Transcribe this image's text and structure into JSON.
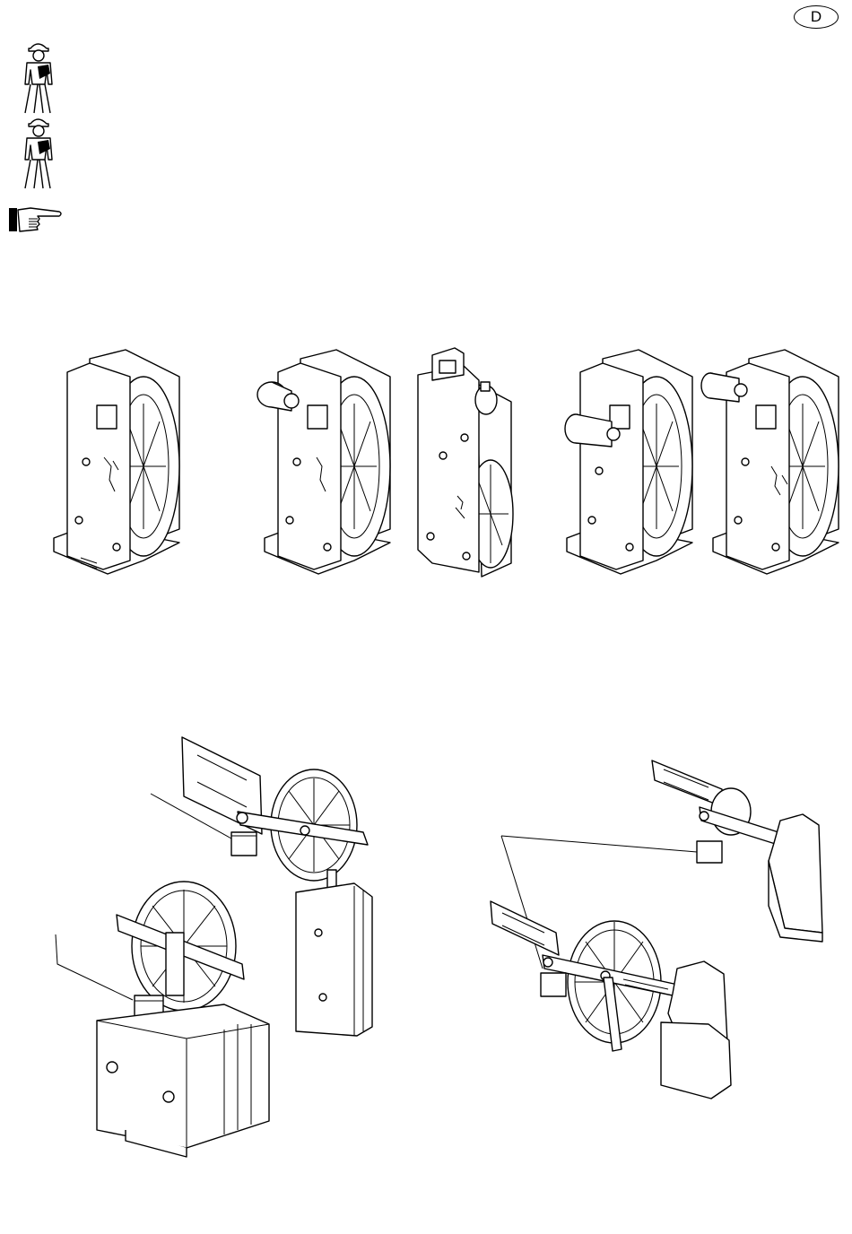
{
  "header": {
    "language_badge": "D"
  },
  "icons": {
    "safety_icon_1": "worker-safety-icon",
    "safety_icon_2": "worker-safety-icon",
    "note_icon": "pointing-hand-icon"
  },
  "figures": {
    "governor_variants": [
      "governor-variant-1",
      "governor-variant-2",
      "governor-variant-3",
      "governor-variant-4",
      "governor-variant-5"
    ],
    "installations": [
      "tension-weight-installation-left",
      "tension-weight-installation-right"
    ]
  }
}
